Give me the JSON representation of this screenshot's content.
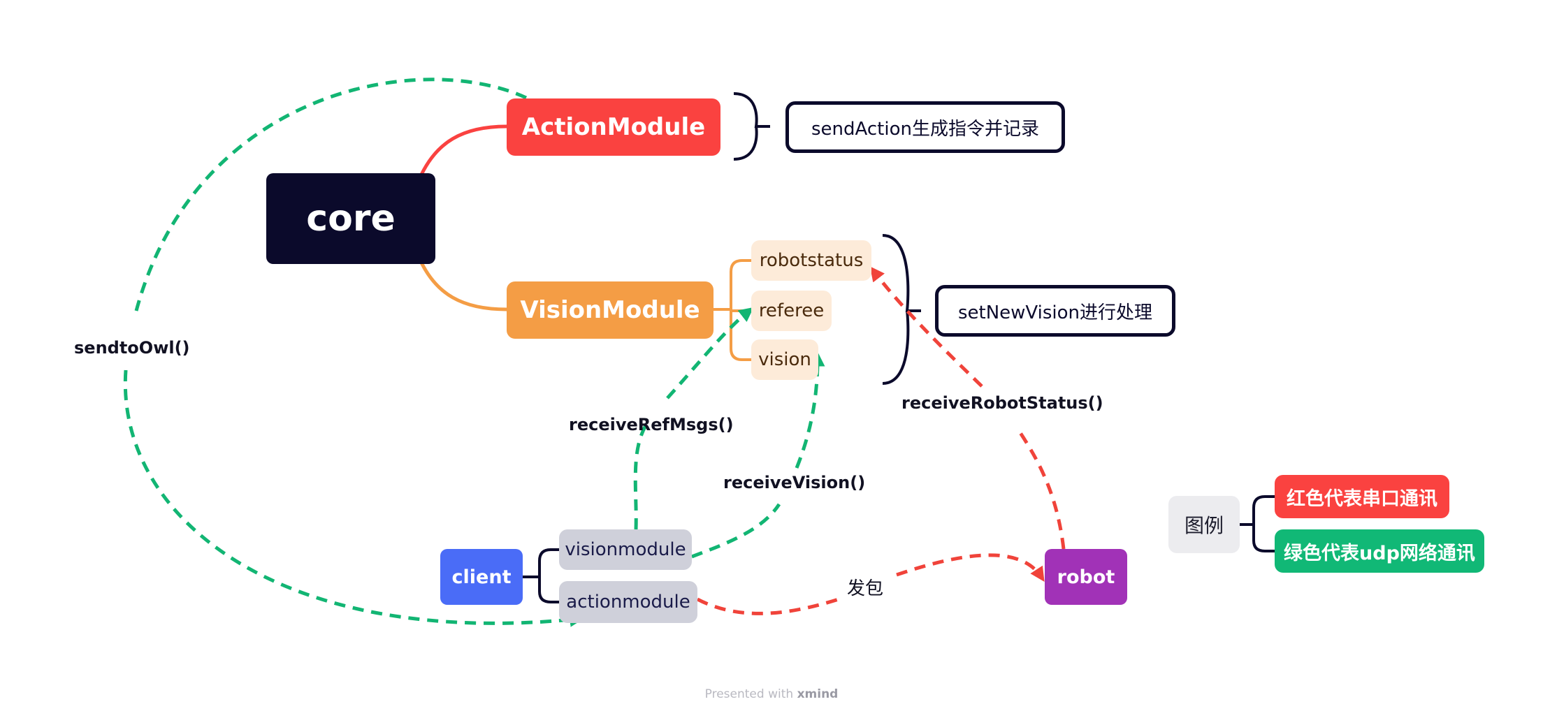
{
  "nodes": {
    "core": "core",
    "action_module": "ActionModule",
    "vision_module": "VisionModule",
    "robotstatus": "robotstatus",
    "referee": "referee",
    "vision": "vision",
    "send_action_note": "sendAction生成指令并记录",
    "set_new_vision_note": "setNewVision进行处理",
    "client": "client",
    "visionmodule": "visionmodule",
    "actionmodule": "actionmodule",
    "robot": "robot"
  },
  "edge_labels": {
    "send_to_owl": "sendtoOwl()",
    "receive_ref_msgs": "receiveRefMsgs()",
    "receive_vision": "receiveVision()",
    "receive_robot_status": "receiveRobotStatus()",
    "send_packet": "发包"
  },
  "legend": {
    "title": "图例",
    "red": "红色代表串口通讯",
    "green": "绿色代表udp网络通讯"
  },
  "footer": {
    "prefix": "Presented with",
    "brand": "xmind"
  },
  "colors": {
    "core": "#0b0a2b",
    "action": "#fa4240",
    "vision": "#f49d45",
    "vision_sub": "#fdebd9",
    "client": "#4a6cf7",
    "client_sub": "#cfd0da",
    "robot": "#a132b7",
    "serial_red": "#f0433a",
    "udp_green": "#12b573",
    "legend_bg": "#ececef"
  }
}
